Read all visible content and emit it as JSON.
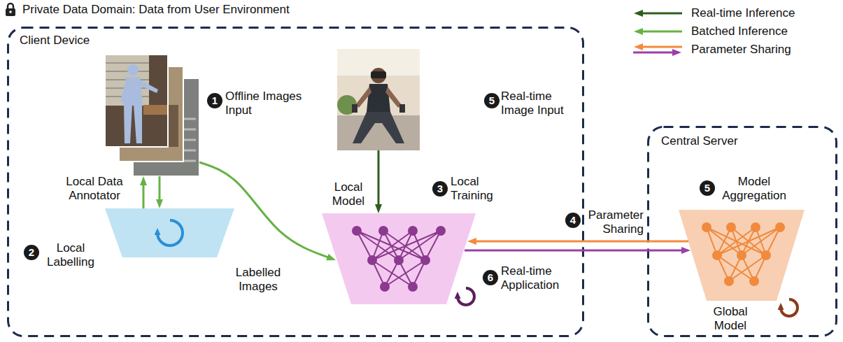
{
  "diagram": {
    "title": "Private Data Domain: Data from User Environment",
    "nodes": [
      {
        "text": [
          "Client Device"
        ]
      },
      {
        "text": [
          "Offline Images Input"
        ],
        "in": 0
      },
      {
        "text": [
          "Local Data Annotator",
          "Local Labelling"
        ],
        "in": 0
      },
      {
        "text": [
          "Real-time Image Input"
        ],
        "in": 0
      },
      {
        "text": [
          "Local Model"
        ],
        "in": 0
      },
      {
        "text": [
          "Central Server"
        ]
      },
      {
        "text": [
          "Model Aggregation",
          "Global Model"
        ],
        "in": 5
      }
    ],
    "edges": [
      {
        "from": 2,
        "to": 1,
        "arrow": "to"
      },
      {
        "from": 1,
        "to": 2,
        "arrow": "to"
      },
      {
        "from": 1,
        "to": 4,
        "label": "Labelled Images",
        "arrow": "to"
      },
      {
        "from": 3,
        "to": 4,
        "arrow": "to"
      },
      {
        "from": 6,
        "to": 4,
        "label": "Parameter Sharing",
        "arrow": "to"
      },
      {
        "from": 4,
        "to": 6,
        "arrow": "to"
      }
    ],
    "labels": [
      "1",
      "2",
      "3",
      "Local Training",
      "4",
      "5",
      "5",
      "6",
      "Real-time Application"
    ],
    "legend": [
      {
        "text": "Real-time Inference"
      },
      {
        "text": "Batched Inference"
      },
      {
        "text": "Parameter Sharing"
      }
    ]
  }
}
